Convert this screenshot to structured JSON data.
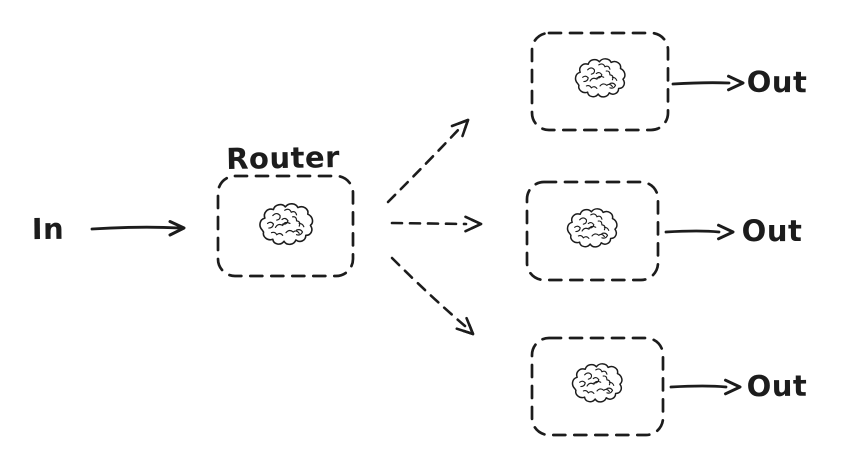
{
  "diagram": {
    "labels": {
      "input": "In",
      "router": "Router",
      "outputs": [
        "Out",
        "Out",
        "Out"
      ]
    },
    "nodes": {
      "router": {
        "label": "Router",
        "icon": "brain-icon",
        "border_style": "dashed"
      },
      "experts": [
        {
          "icon": "brain-icon",
          "border_style": "dashed",
          "output_label": "Out"
        },
        {
          "icon": "brain-icon",
          "border_style": "dashed",
          "output_label": "Out"
        },
        {
          "icon": "brain-icon",
          "border_style": "dashed",
          "output_label": "Out"
        }
      ]
    },
    "edges": [
      {
        "from": "In",
        "to": "Router",
        "style": "solid-arrow"
      },
      {
        "from": "Router",
        "to": "expert-top",
        "style": "dashed-arrow"
      },
      {
        "from": "Router",
        "to": "expert-middle",
        "style": "dashed-arrow"
      },
      {
        "from": "Router",
        "to": "expert-bottom",
        "style": "dashed-arrow"
      },
      {
        "from": "expert-top",
        "to": "Out",
        "style": "solid-arrow"
      },
      {
        "from": "expert-middle",
        "to": "Out",
        "style": "solid-arrow"
      },
      {
        "from": "expert-bottom",
        "to": "Out",
        "style": "solid-arrow"
      }
    ],
    "colors": {
      "stroke": "#1c1c1c",
      "background": "#ffffff"
    }
  }
}
